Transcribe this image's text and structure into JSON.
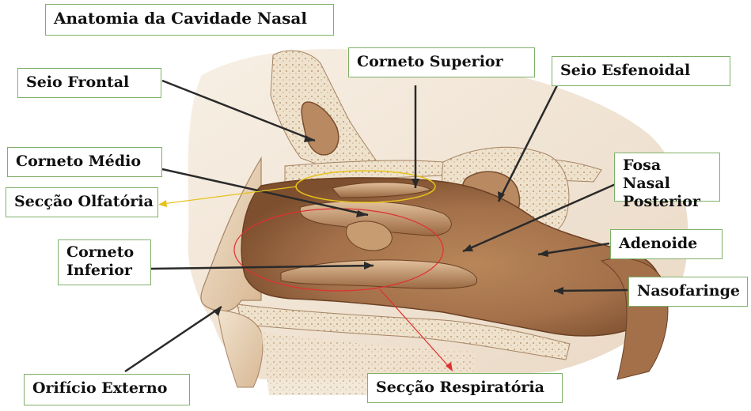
{
  "title": "Anatomia da Cavidade Nasal",
  "labels": {
    "corneto_superior": "Corneto Superior",
    "seio_frontal": "Seio Frontal",
    "seio_esfenoidal": "Seio Esfenoidal",
    "corneto_medio": "Corneto Médio",
    "fosa_nasal_posterior_1": "Fosa Nasal",
    "fosa_nasal_posterior_2": "Posterior",
    "seccao_olfatoria": "Secção Olfatória",
    "adenoide": "Adenoide",
    "corneto_inferior_1": "Corneto",
    "corneto_inferior_2": "Inferior",
    "nasofaringe": "Nasofaringe",
    "orificio_externo": "Orifício Externo",
    "seccao_respiratoria": "Secção Respiratória"
  },
  "colors": {
    "label_border": "#7fb069",
    "leader_line": "#2a2a2a",
    "olfactory_region": "#e6c21a",
    "respiratory_region": "#e03030",
    "tissue_light": "#ead9c2",
    "tissue_mid": "#c79c70",
    "tissue_dark": "#8a5a36"
  }
}
